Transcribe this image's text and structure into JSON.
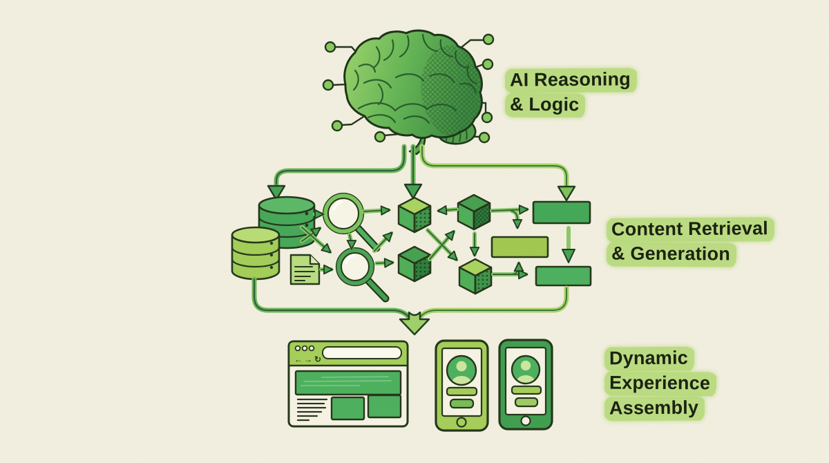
{
  "canvas": {
    "background": "#f2efe0"
  },
  "palette": {
    "ink": "#243519",
    "green_dark": "#3f9e4f",
    "green_mid": "#4cb05e",
    "green_light": "#a5ce58",
    "green_pale": "#b8dc74",
    "text_highlight": "#b1d772",
    "text_color": "#1b2311"
  },
  "stages": {
    "reasoning": {
      "label_lines": [
        "AI Reasoning",
        "& Logic"
      ],
      "icon": "brain-circuit-icon"
    },
    "retrieval": {
      "label_lines": [
        "Content Retrieval",
        "& Generation"
      ],
      "icons": [
        "database-icon",
        "database-icon",
        "document-icon",
        "magnifier-icon",
        "magnifier-icon",
        "cube-icon",
        "cube-icon",
        "cube-icon",
        "cube-icon",
        "content-block",
        "content-block",
        "content-block"
      ]
    },
    "assembly": {
      "label_lines": [
        "Dynamic",
        "Experience",
        "Assembly"
      ],
      "icons": [
        "browser-window-icon",
        "smartphone-icon",
        "smartphone-icon"
      ]
    }
  },
  "browser_chrome": {
    "back_glyph": "←",
    "forward_glyph": "→",
    "refresh_glyph": "↻"
  }
}
